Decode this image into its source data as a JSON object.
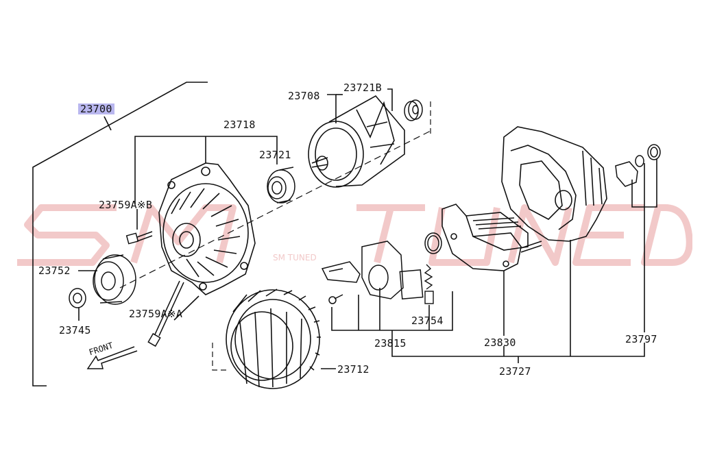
{
  "diagram": {
    "assembly_label": "23700",
    "front_label": "FRONT",
    "watermark": "SM TUNED",
    "parts": {
      "p23708": "23708",
      "p23721B": "23721B",
      "p23718": "23718",
      "p23721": "23721",
      "p23759AB": "23759A※B",
      "p23752": "23752",
      "p23745": "23745",
      "p23759AA": "23759A※A",
      "p23712": "23712",
      "p23754": "23754",
      "p23815": "23815",
      "p23830": "23830",
      "p23727": "23727",
      "p23797": "23797"
    }
  },
  "colors": {
    "line": "#111111",
    "highlight": "#b9b7ef",
    "watermark": "#f2c9c9"
  }
}
